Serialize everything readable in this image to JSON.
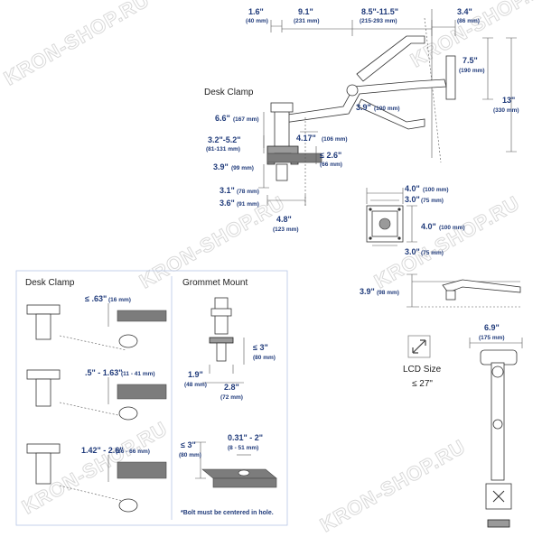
{
  "watermark": "KRON-SHOP.RU",
  "main_diagram": {
    "label_desk_clamp": "Desk Clamp",
    "dims": [
      {
        "v": "1.6\"",
        "mm": "(40 mm)"
      },
      {
        "v": "9.1\"",
        "mm": "(231 mm)"
      },
      {
        "v": "8.5\"-11.5\"",
        "mm": "(215-293 mm)"
      },
      {
        "v": "3.4\"",
        "mm": "(86 mm)"
      },
      {
        "v": "7.5\"",
        "mm": "(190 mm)"
      },
      {
        "v": "13\"",
        "mm": "(330 mm)"
      },
      {
        "v": "6.6\"",
        "mm": "(167 mm)"
      },
      {
        "v": "3.9\"",
        "mm": "(100 mm)"
      },
      {
        "v": "3.2\"-5.2\"",
        "mm": "(81-131 mm)"
      },
      {
        "v": "4.17\"",
        "mm": "(106 mm)"
      },
      {
        "v": "≤ 2.6\"",
        "mm": "(66 mm)"
      },
      {
        "v": "3.9\"",
        "mm": "(99 mm)"
      },
      {
        "v": "3.1\"",
        "mm": "(78 mm)"
      },
      {
        "v": "3.6\"",
        "mm": "(91 mm)"
      },
      {
        "v": "4.8\"",
        "mm": "(123 mm)"
      }
    ]
  },
  "vesa": {
    "top_outer": {
      "v": "4.0\"",
      "mm": "(100 mm)"
    },
    "top_inner": {
      "v": "3.0\"",
      "mm": "(75 mm)"
    },
    "right": {
      "v": "4.0\"",
      "mm": "(100 mm)"
    },
    "bottom": {
      "v": "3.0\"",
      "mm": "(75 mm)"
    }
  },
  "side_profile": {
    "v": "3.9\"",
    "mm": "(98 mm)"
  },
  "front_view": {
    "v": "6.9\"",
    "mm": "(175 mm)"
  },
  "lcd": {
    "label": "LCD Size",
    "value": "≤ 27\""
  },
  "desk_clamp_panel": {
    "title": "Desk Clamp",
    "ranges": [
      {
        "v": "≤ .63\"",
        "mm": "(16 mm)"
      },
      {
        "v": ".5\" - 1.63\"",
        "mm": "(11 - 41 mm)"
      },
      {
        "v": "1.42\" - 2.6\"",
        "mm": "(36 - 66 mm)"
      }
    ]
  },
  "grommet_panel": {
    "title": "Grommet Mount",
    "dims": [
      {
        "v": "≤ 3\"",
        "mm": "(80 mm)"
      },
      {
        "v": "1.9\"",
        "mm": "(48 mm)"
      },
      {
        "v": "2.8\"",
        "mm": "(72 mm)"
      },
      {
        "v": "≤ 3\"",
        "mm": "(80 mm)"
      },
      {
        "v": "0.31\" - 2\"",
        "mm": "(8 - 51 mm)"
      }
    ],
    "footnote": "*Bolt must be centered in hole."
  }
}
